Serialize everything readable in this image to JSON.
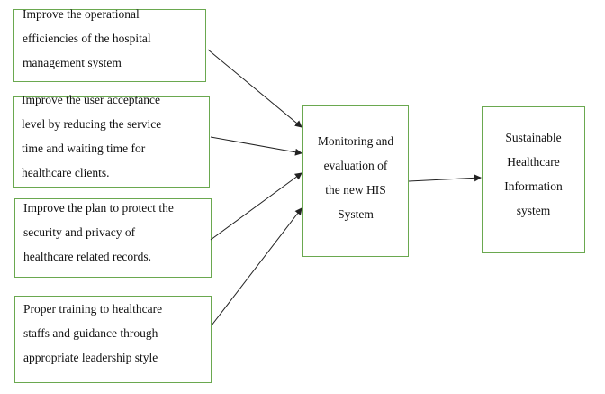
{
  "diagram": {
    "inputs": [
      {
        "lines": [
          "Improve the operational",
          "efficiencies of the hospital",
          "management system"
        ]
      },
      {
        "lines": [
          "Improve the user acceptance",
          "level by reducing the service",
          "time and waiting time for",
          "healthcare clients."
        ]
      },
      {
        "lines": [
          "Improve the plan to protect the",
          "security and privacy of",
          "healthcare related records."
        ]
      },
      {
        "lines": [
          "Proper training to healthcare",
          "staffs and guidance through",
          "appropriate leadership style"
        ]
      }
    ],
    "middle": {
      "lines": [
        "Monitoring and",
        "evaluation of",
        "the new HIS",
        "System"
      ]
    },
    "output": {
      "lines": [
        "Sustainable",
        "Healthcare",
        "Information",
        "system"
      ]
    },
    "colors": {
      "box_border": "#6aa84f",
      "arrow": "#222222",
      "text": "#111111"
    }
  }
}
